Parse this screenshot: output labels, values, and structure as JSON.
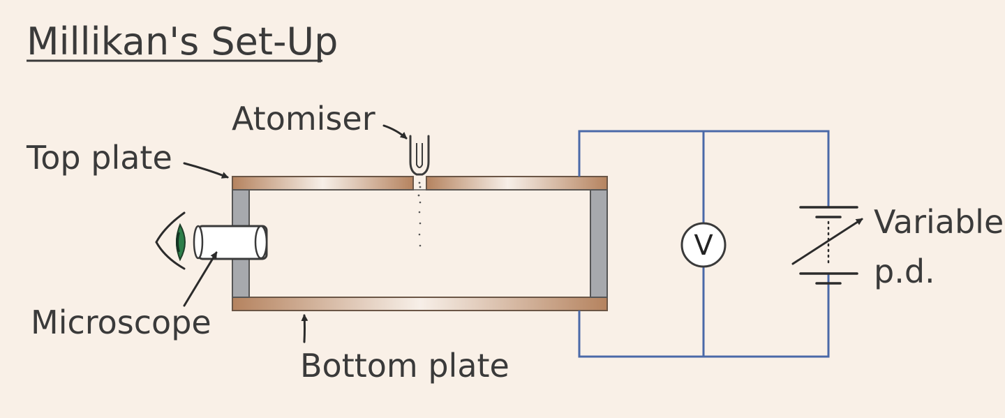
{
  "title": "Millikan's Set-Up",
  "labels": {
    "atomiser": "Atomiser",
    "top_plate": "Top plate",
    "microscope": "Microscope",
    "bottom_plate": "Bottom plate",
    "variable": "Variable",
    "pd": "p.d.",
    "voltmeter": "V"
  },
  "colors": {
    "background": "#f9f0e7",
    "plate_copper": "#b98b6e",
    "plate_highlight": "#f5ece4",
    "wire_blue": "#4a69a8",
    "wall_gray": "#a7a9ad",
    "eye_green": "#2d7f4a",
    "ink": "#3a3a3a"
  }
}
